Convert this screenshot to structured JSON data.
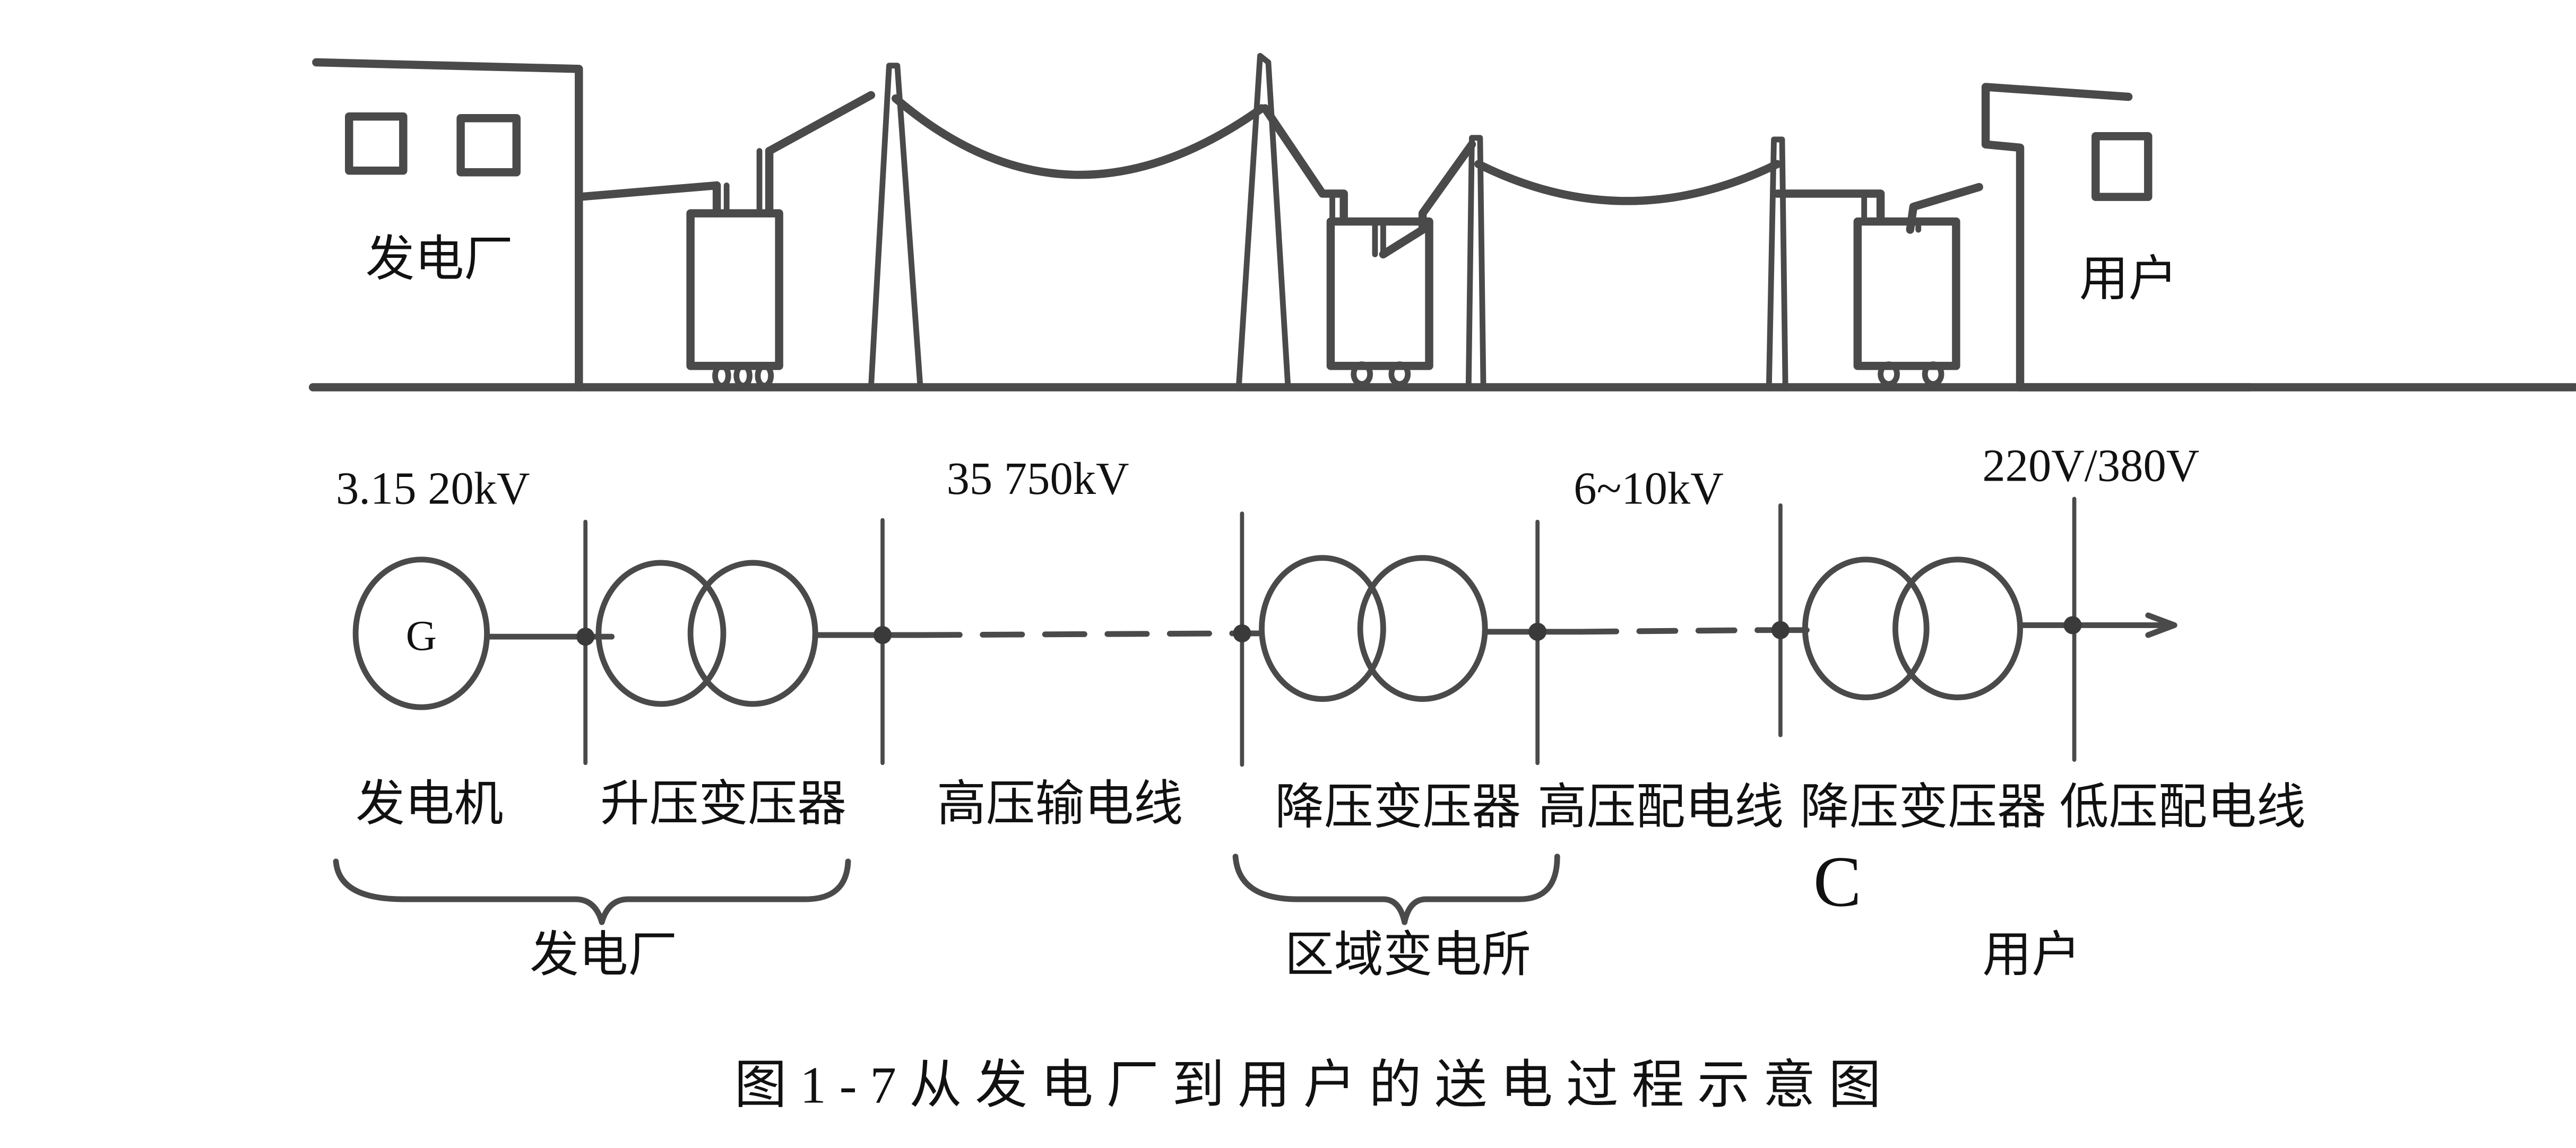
{
  "figure": {
    "caption": "图1-7从发电厂到用户的送电过程示意图",
    "stray_letter": "C"
  },
  "pictorial": {
    "power_plant_label": "发电厂",
    "user_label": "用户"
  },
  "voltages": {
    "generation": "3.15 20kV",
    "transmission": "35 750kV",
    "distribution_high": "6~10kV",
    "distribution_low": "220V/380V"
  },
  "schematic": {
    "generator_symbol": "G",
    "components": [
      "发电机",
      "升压变压器",
      "高压输电线",
      "降压变压器",
      "高压配电线",
      "降压变压器",
      "低压配电线"
    ]
  },
  "groups": [
    "发电厂",
    "区域变电所",
    "用户"
  ]
}
